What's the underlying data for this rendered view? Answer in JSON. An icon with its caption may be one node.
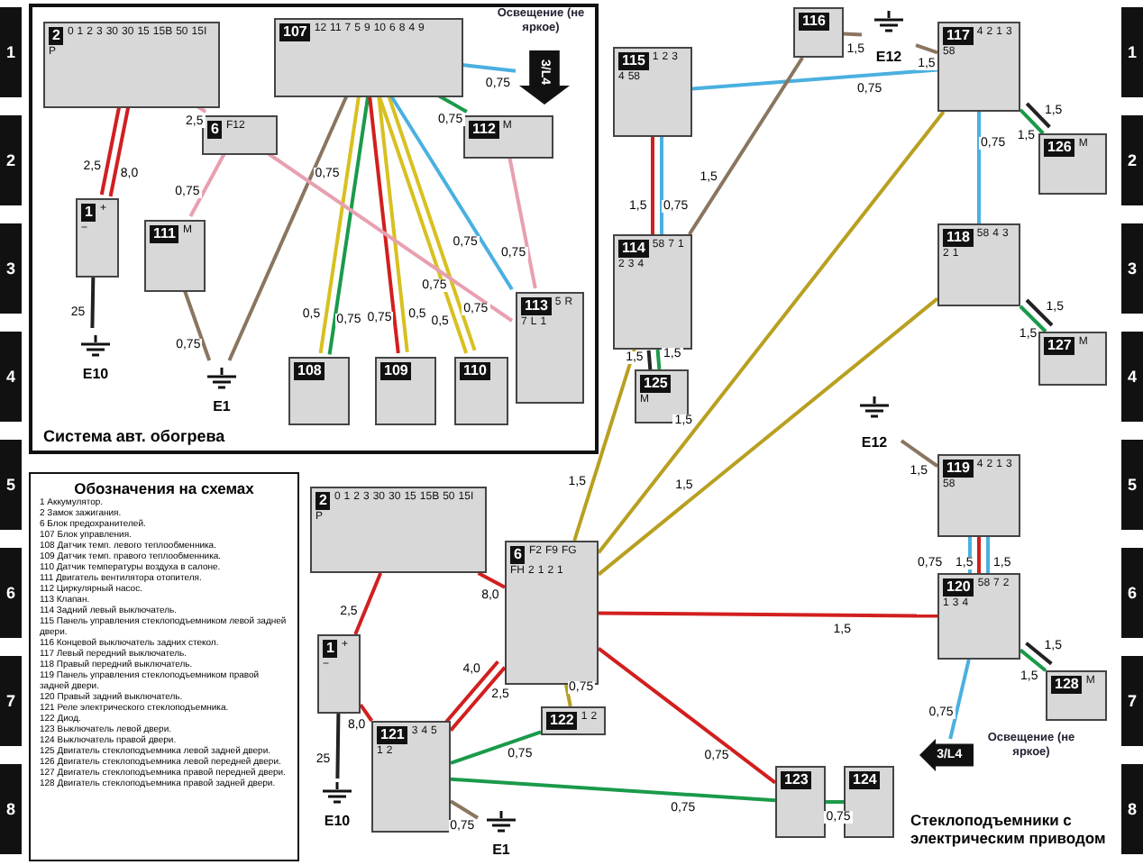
{
  "diagram": {
    "caption": "Стеклоподъемники с электрическим приводом",
    "nodes": [
      {
        "text": [
          "Система авт. обогрева"
        ]
      },
      {
        "text": [
          "2",
          "0",
          "1",
          "2",
          "3",
          "30",
          "30",
          "15",
          "15B",
          "50",
          "15I",
          "P"
        ],
        "in": 0
      },
      {
        "text": [
          "6",
          "F12"
        ],
        "in": 0
      },
      {
        "text": [
          "1",
          "+",
          "−"
        ],
        "in": 0
      },
      {
        "text": [
          "E10"
        ],
        "in": 0
      },
      {
        "text": [
          "111",
          "M"
        ],
        "in": 0
      },
      {
        "text": [
          "E1"
        ],
        "in": 0
      },
      {
        "text": [
          "107",
          "12",
          "11",
          "7",
          "5",
          "9",
          "10",
          "6",
          "8",
          "4",
          "9"
        ],
        "in": 0
      },
      {
        "text": [
          "3/L4"
        ],
        "beside": [
          "Освещение (не яркое)"
        ],
        "in": 0
      },
      {
        "text": [
          "112",
          "M"
        ],
        "in": 0
      },
      {
        "text": [
          "108"
        ],
        "in": 0
      },
      {
        "text": [
          "109"
        ],
        "in": 0
      },
      {
        "text": [
          "110"
        ],
        "in": 0
      },
      {
        "text": [
          "113",
          "5",
          "R",
          "7",
          "L",
          "1"
        ],
        "in": 0
      },
      {
        "text": [
          "115",
          "1",
          "2",
          "3",
          "4",
          "58"
        ]
      },
      {
        "text": [
          "116"
        ]
      },
      {
        "text": [
          "E12"
        ]
      },
      {
        "text": [
          "117",
          "4",
          "2",
          "1",
          "3",
          "58"
        ]
      },
      {
        "text": [
          "125",
          "M"
        ]
      },
      {
        "text": [
          "126",
          "M"
        ]
      },
      {
        "text": [
          "114",
          "58",
          "7",
          "1",
          "2",
          "3",
          "4"
        ]
      },
      {
        "text": [
          "118",
          "58",
          "4",
          "3",
          "2",
          "1"
        ]
      },
      {
        "text": [
          "127",
          "M"
        ]
      },
      {
        "text": [
          "E12"
        ]
      },
      {
        "text": [
          "119",
          "4",
          "2",
          "1",
          "3",
          "58"
        ]
      },
      {
        "text": [
          "120",
          "58",
          "7",
          "2",
          "1",
          "3",
          "4"
        ]
      },
      {
        "text": [
          "128",
          "M"
        ]
      },
      {
        "text": [
          "3/L4"
        ],
        "beside": [
          "Освещение (не яркое)"
        ]
      },
      {
        "text": [
          "2",
          "0",
          "1",
          "2",
          "3",
          "30",
          "30",
          "15",
          "15B",
          "50",
          "15I",
          "P"
        ]
      },
      {
        "text": [
          "6",
          "F2",
          "F9",
          "FG",
          "FH",
          "2",
          "1",
          "2",
          "1"
        ]
      },
      {
        "text": [
          "1",
          "+",
          "−"
        ]
      },
      {
        "text": [
          "E10"
        ]
      },
      {
        "text": [
          "121",
          "3",
          "4",
          "5",
          "1",
          "2"
        ]
      },
      {
        "text": [
          "122",
          "1",
          "2"
        ]
      },
      {
        "text": [
          "E1"
        ]
      },
      {
        "text": [
          "123"
        ]
      },
      {
        "text": [
          "124"
        ]
      },
      {
        "text": [
          "Обозначения на схемах",
          "1 Аккумулятор.",
          "2 Замок зажигания.",
          "6 Блок предохранителей.",
          "107 Блок управления.",
          "108 Датчик темп. левого теплообменника.",
          "109 Датчик темп. правого теплообменника.",
          "110 Датчик температуры воздуха в салоне.",
          "111 Двигатель вентилятора отопителя.",
          "112 Циркулярный насос.",
          "113 Клапан.",
          "114 Задний левый выключатель.",
          "115 Панель управления стеклоподъемником левой задней двери.",
          "116 Концевой выключатель задних стекол.",
          "117 Левый передний выключатель.",
          "118 Правый передний выключатель.",
          "119 Панель управления стеклоподъемником правой задней двери.",
          "120 Правый задний выключатель.",
          "121 Реле электрического стеклоподъемника.",
          "122 Диод.",
          "123 Выключатель левой двери.",
          "124 Выключатель правой двери.",
          "125 Двигатель стеклоподъемника левой задней двери.",
          "126 Двигатель стеклоподъемника левой передней двери.",
          "127 Двигатель стеклоподъемника правой передней двери.",
          "128 Двигатель стеклоподъемника правой задней двери."
        ]
      }
    ],
    "edges": [
      {
        "from": 1,
        "to": 3,
        "arrow": "none",
        "label": "2,5",
        "color": "#d21f1f"
      },
      {
        "from": 1,
        "to": 3,
        "arrow": "none",
        "label": "8,0",
        "color": "#d21f1f"
      },
      {
        "from": 1,
        "to": 2,
        "arrow": "none",
        "label": "2,5",
        "color": "#e8a0b0"
      },
      {
        "from": 3,
        "to": 4,
        "arrow": "none",
        "label": "25",
        "color": "#222222"
      },
      {
        "from": 2,
        "to": 5,
        "arrow": "none",
        "label": "0,75",
        "color": "#e8a0b0"
      },
      {
        "from": 5,
        "to": 6,
        "arrow": "none",
        "label": "0,75",
        "color": "#8a7560"
      },
      {
        "from": 6,
        "to": 7,
        "arrow": "none",
        "label": "0,75",
        "color": "#8a7560"
      },
      {
        "from": 7,
        "to": 8,
        "arrow": "none",
        "label": "0,75",
        "color": "#4ab0e0"
      },
      {
        "from": 7,
        "to": 10,
        "arrow": "none",
        "label": "0,5",
        "color": "#d8c020"
      },
      {
        "from": 7,
        "to": 10,
        "arrow": "none",
        "label": "0,75",
        "color": "#1a9a4a"
      },
      {
        "from": 7,
        "to": 11,
        "arrow": "none",
        "label": "0,75",
        "color": "#d21f1f"
      },
      {
        "from": 7,
        "to": 11,
        "arrow": "none",
        "label": "0,5",
        "color": "#d8c020"
      },
      {
        "from": 7,
        "to": 12,
        "arrow": "none",
        "label": "0,5",
        "color": "#d8c020"
      },
      {
        "from": 7,
        "to": 12,
        "arrow": "none",
        "label": "0,75",
        "color": "#d8c020"
      },
      {
        "from": 7,
        "to": 9,
        "arrow": "none",
        "label": "0,75",
        "color": "#1a9a4a"
      },
      {
        "from": 7,
        "to": 13,
        "arrow": "none",
        "label": "0,75",
        "color": "#4ab0e0"
      },
      {
        "from": 9,
        "to": 13,
        "arrow": "none",
        "label": "0,75",
        "color": "#e8a0b0"
      },
      {
        "from": 2,
        "to": 13,
        "arrow": "none",
        "label": "0,75",
        "color": "#e8a0b0"
      },
      {
        "from": 14,
        "to": 20,
        "arrow": "none",
        "label": "1,5",
        "color": "#d21f1f"
      },
      {
        "from": 14,
        "to": 20,
        "arrow": "none",
        "label": "0,75",
        "color": "#4ab0e0"
      },
      {
        "from": 14,
        "to": 17,
        "arrow": "none",
        "label": "0,75",
        "color": "#4ab0e0"
      },
      {
        "from": 18,
        "to": 20,
        "arrow": "none",
        "label": "1,5",
        "color": "#1a9a4a"
      },
      {
        "from": 18,
        "to": 20,
        "arrow": "none",
        "label": "1,5",
        "color": "#222222"
      },
      {
        "from": 15,
        "to": 16,
        "arrow": "none",
        "label": "1,5",
        "color": "#8a7560"
      },
      {
        "from": 16,
        "to": 17,
        "arrow": "none",
        "label": "1,5",
        "color": "#8a7560"
      },
      {
        "from": 15,
        "to": 20,
        "arrow": "none",
        "label": "1,5",
        "color": "#8a7560"
      },
      {
        "from": 17,
        "to": 19,
        "arrow": "none",
        "label": "1,5",
        "color": "#1a9a4a"
      },
      {
        "from": 17,
        "to": 19,
        "arrow": "none",
        "label": "1,5",
        "color": "#222222"
      },
      {
        "from": 17,
        "to": 29,
        "arrow": "none",
        "label": "1,5",
        "color": "#b8a020"
      },
      {
        "from": 21,
        "to": 22,
        "arrow": "none",
        "label": "1,5",
        "color": "#1a9a4a"
      },
      {
        "from": 21,
        "to": 22,
        "arrow": "none",
        "label": "1,5",
        "color": "#222222"
      },
      {
        "from": 23,
        "to": 24,
        "arrow": "none",
        "label": "1,5",
        "color": "#8a7560"
      },
      {
        "from": 21,
        "to": 29,
        "arrow": "none",
        "label": "1,5",
        "color": "#b8a020"
      },
      {
        "from": 24,
        "to": 25,
        "arrow": "none",
        "label": "1,5",
        "color": "#d21f1f"
      },
      {
        "from": 24,
        "to": 25,
        "arrow": "none",
        "label": "1,5",
        "color": "#4ab0e0"
      },
      {
        "from": 25,
        "to": 26,
        "arrow": "none",
        "label": "1,5",
        "color": "#1a9a4a"
      },
      {
        "from": 25,
        "to": 26,
        "arrow": "none",
        "label": "1,5",
        "color": "#222222"
      },
      {
        "from": 24,
        "to": 25,
        "arrow": "none",
        "label": "0,75",
        "color": "#4ab0e0"
      },
      {
        "from": 25,
        "to": 27,
        "arrow": "none",
        "label": "0,75",
        "color": "#4ab0e0"
      },
      {
        "from": 21,
        "to": 17,
        "arrow": "none",
        "label": "0,75",
        "color": "#4ab0e0"
      },
      {
        "from": 20,
        "to": 29,
        "arrow": "none",
        "label": "1,5",
        "color": "#b8a020"
      },
      {
        "from": 28,
        "to": 30,
        "arrow": "none",
        "label": "2,5",
        "color": "#d21f1f"
      },
      {
        "from": 28,
        "to": 29,
        "arrow": "none",
        "label": "8,0",
        "color": "#d21f1f"
      },
      {
        "from": 30,
        "to": 32,
        "arrow": "none",
        "label": "8,0",
        "color": "#d21f1f"
      },
      {
        "from": 30,
        "to": 31,
        "arrow": "none",
        "label": "25",
        "color": "#222222"
      },
      {
        "from": 32,
        "to": 33,
        "arrow": "none",
        "label": "0,75",
        "color": "#1a9a4a"
      },
      {
        "from": 33,
        "to": 29,
        "arrow": "none",
        "label": "0,75",
        "color": "#b8a020"
      },
      {
        "from": 32,
        "to": 34,
        "arrow": "none",
        "label": "0,75",
        "color": "#8a7560"
      },
      {
        "from": 32,
        "to": 29,
        "arrow": "none",
        "label": "2,5",
        "color": "#d21f1f"
      },
      {
        "from": 32,
        "to": 35,
        "arrow": "none",
        "label": "0,75",
        "color": "#1a9a4a"
      },
      {
        "from": 29,
        "to": 35,
        "arrow": "none",
        "label": "0,75",
        "color": "#d21f1f"
      },
      {
        "from": 35,
        "to": 36,
        "arrow": "none",
        "label": "0,75",
        "color": "#1a9a4a"
      },
      {
        "from": 29,
        "to": 25,
        "arrow": "none",
        "label": "1,5",
        "color": "#d21f1f"
      },
      {
        "from": 32,
        "to": 29,
        "arrow": "none",
        "label": "4,0",
        "color": "#d21f1f"
      }
    ],
    "labels": [
      "1",
      "2",
      "3",
      "4",
      "5",
      "6",
      "7",
      "8",
      "1",
      "2",
      "3",
      "4",
      "5",
      "6",
      "7",
      "8"
    ]
  }
}
